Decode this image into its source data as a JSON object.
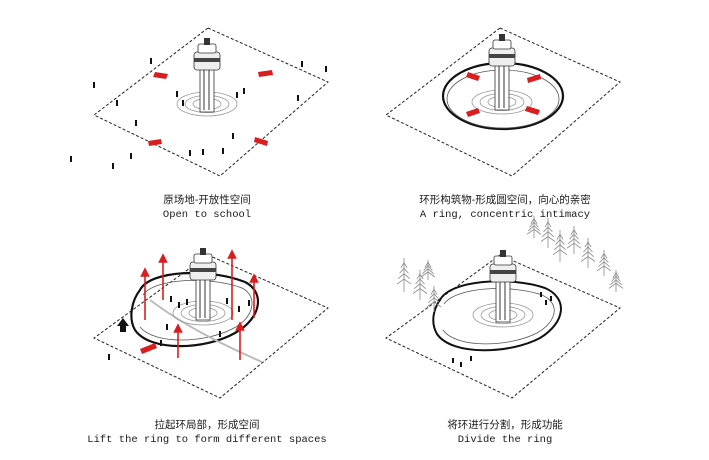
{
  "panels": [
    {
      "caption_zh": "原场地-开放性空间",
      "caption_en": "Open to school"
    },
    {
      "caption_zh": "环形构筑物-形成圆空间，向心的亲密",
      "caption_en": "A ring, concentric intimacy"
    },
    {
      "caption_zh": "拉起环局部，形成空间",
      "caption_en": "Lift the ring to form different spaces"
    },
    {
      "caption_zh": "将环进行分割，形成功能",
      "caption_en": "Divide the ring"
    }
  ],
  "colors": {
    "ink": "#1a1a1a",
    "arrow": "#d81e1e",
    "ground": "#ffffff"
  }
}
